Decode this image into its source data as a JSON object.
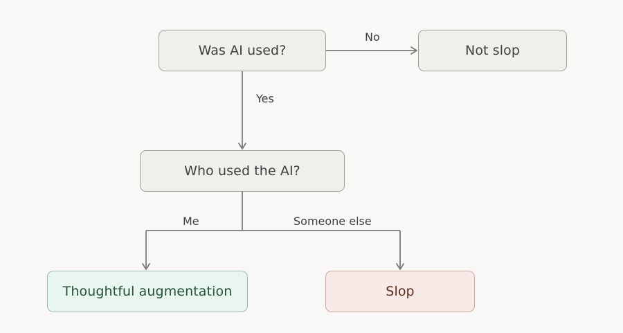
{
  "nodes": {
    "was_ai_used": "Was AI used?",
    "not_slop": "Not slop",
    "who_used": "Who used the AI?",
    "thoughtful": "Thoughtful augmentation",
    "slop": "Slop"
  },
  "edges": {
    "no": "No",
    "yes": "Yes",
    "me": "Me",
    "someone_else": "Someone else"
  },
  "colors": {
    "background": "#f9f8f6",
    "node_fill": "#f0efeb",
    "good_fill": "#e8f6ef",
    "bad_fill": "#f8ebe7",
    "line": "#7a7a78"
  }
}
